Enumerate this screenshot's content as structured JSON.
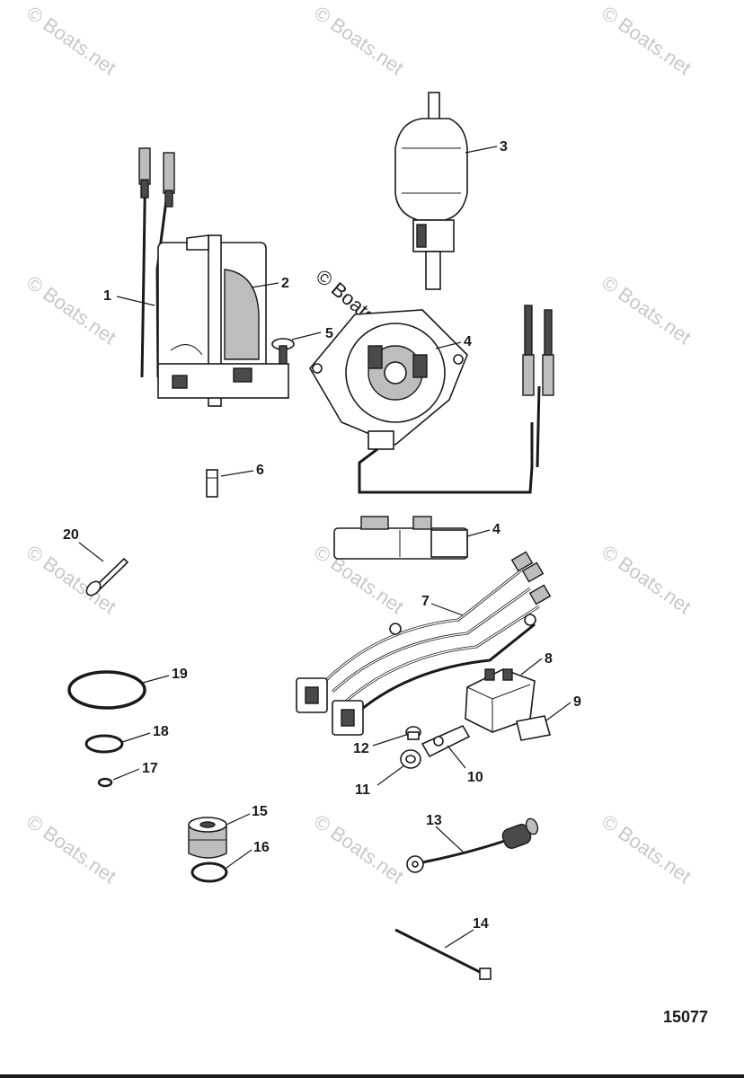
{
  "watermark": {
    "text": "© Boats.net",
    "center_text": "© Boats.net"
  },
  "diagram_number": "15077",
  "callouts": [
    "1",
    "2",
    "3",
    "4",
    "5",
    "6",
    "4",
    "7",
    "8",
    "9",
    "10",
    "11",
    "12",
    "13",
    "14",
    "15",
    "16",
    "17",
    "18",
    "19",
    "20"
  ]
}
